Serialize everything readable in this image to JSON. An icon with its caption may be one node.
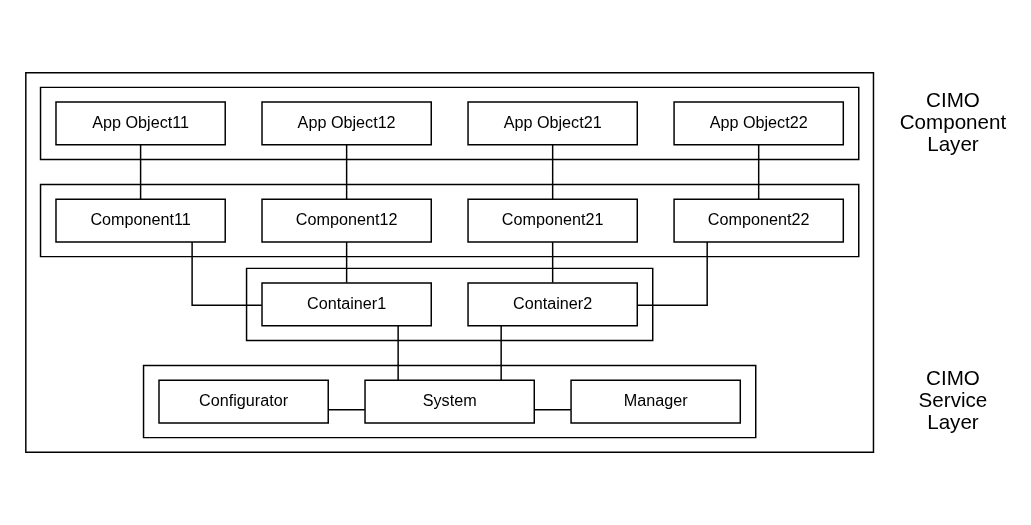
{
  "diagram": {
    "nodes": [
      {
        "text": [],
        "shape": "box"
      },
      {
        "text": [],
        "shape": "box",
        "in": 0
      },
      {
        "text": [
          "App Object11"
        ],
        "in": 1
      },
      {
        "text": [
          "App Object12"
        ],
        "in": 1
      },
      {
        "text": [
          "App Object21"
        ],
        "in": 1
      },
      {
        "text": [
          "App Object22"
        ],
        "in": 1
      },
      {
        "text": [],
        "shape": "box",
        "in": 0
      },
      {
        "text": [
          "Component11"
        ],
        "in": 6
      },
      {
        "text": [
          "Component12"
        ],
        "in": 6
      },
      {
        "text": [
          "Component21"
        ],
        "in": 6
      },
      {
        "text": [
          "Component22"
        ],
        "in": 6
      },
      {
        "text": [],
        "shape": "box",
        "in": 0
      },
      {
        "text": [
          "Container1"
        ],
        "in": 11
      },
      {
        "text": [
          "Container2"
        ],
        "in": 11
      },
      {
        "text": [],
        "shape": "box",
        "in": 0
      },
      {
        "text": [
          "Configurator"
        ],
        "in": 14
      },
      {
        "text": [
          "System"
        ],
        "in": 14
      },
      {
        "text": [
          "Manager"
        ],
        "in": 14
      }
    ],
    "edges": [
      {
        "from": 2,
        "to": 7,
        "arrow": "none"
      },
      {
        "from": 3,
        "to": 8,
        "arrow": "none"
      },
      {
        "from": 4,
        "to": 9,
        "arrow": "none"
      },
      {
        "from": 5,
        "to": 10,
        "arrow": "none"
      },
      {
        "from": 7,
        "to": 12,
        "arrow": "none"
      },
      {
        "from": 8,
        "to": 12,
        "arrow": "none"
      },
      {
        "from": 9,
        "to": 13,
        "arrow": "none"
      },
      {
        "from": 10,
        "to": 13,
        "arrow": "none"
      },
      {
        "from": 12,
        "to": 16,
        "arrow": "none"
      },
      {
        "from": 13,
        "to": 16,
        "arrow": "none"
      },
      {
        "from": 15,
        "to": 16,
        "arrow": "none"
      },
      {
        "from": 16,
        "to": 17,
        "arrow": "none"
      }
    ],
    "labels": [
      "CIMO Component Layer",
      "CIMO Service Layer"
    ]
  }
}
